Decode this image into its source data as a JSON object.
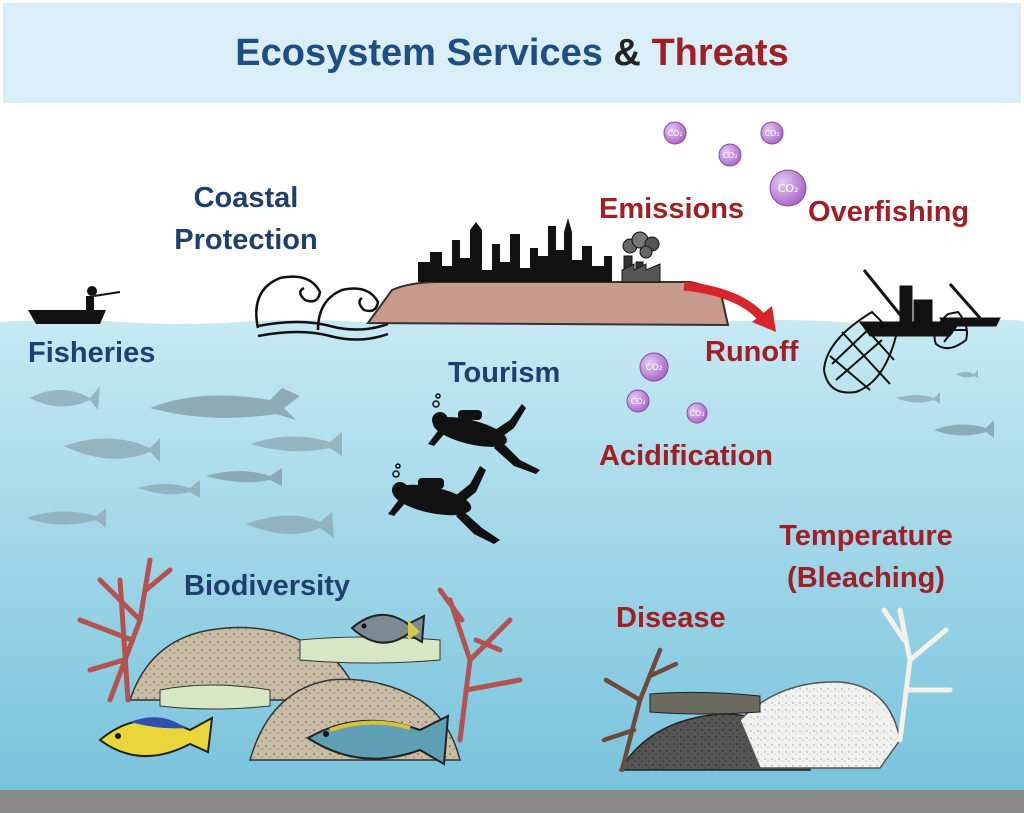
{
  "title": {
    "part1": "Ecosystem Services",
    "amp": " & ",
    "part2": "Threats",
    "colors": {
      "part1": "#1f4f82",
      "amp": "#222222",
      "part2": "#a11f24"
    }
  },
  "services": {
    "coastal_protection": [
      "Coastal",
      "Protection"
    ],
    "fisheries": "Fisheries",
    "tourism": "Tourism",
    "biodiversity": "Biodiversity",
    "color": "#1f3f6e"
  },
  "threats": {
    "emissions": "Emissions",
    "overfishing": "Overfishing",
    "runoff": "Runoff",
    "acidification": "Acidification",
    "temperature": [
      "Temperature",
      "(Bleaching)"
    ],
    "disease": "Disease",
    "color": "#a11f24"
  },
  "co2_bubble_text": "CO₂",
  "colors": {
    "sky": "#ffffff",
    "title_band": "#d9eef7",
    "sea_top": "#bfe6f1",
    "sea_bottom": "#7fc8de",
    "seabed": "#8a8a8a",
    "island": "#c79a8c",
    "co2_bubble": "#b57bd0"
  }
}
